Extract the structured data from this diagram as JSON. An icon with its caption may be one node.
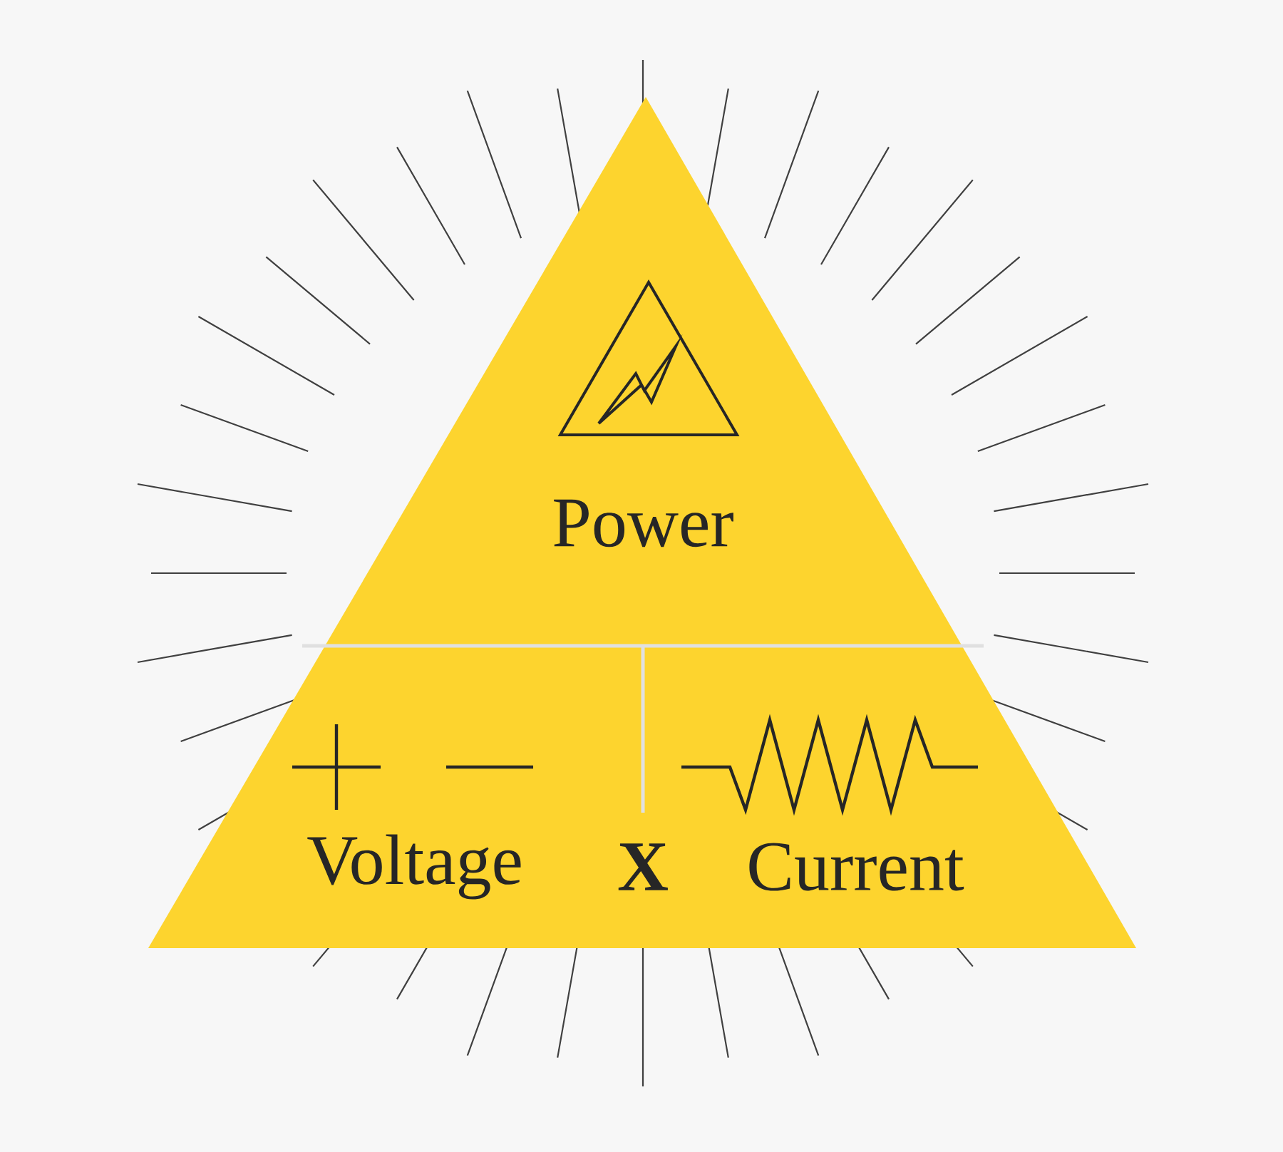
{
  "diagram": {
    "nodes": [
      {
        "text": [
          "Power",
          "Voltage",
          "X",
          "Current"
        ]
      }
    ]
  }
}
